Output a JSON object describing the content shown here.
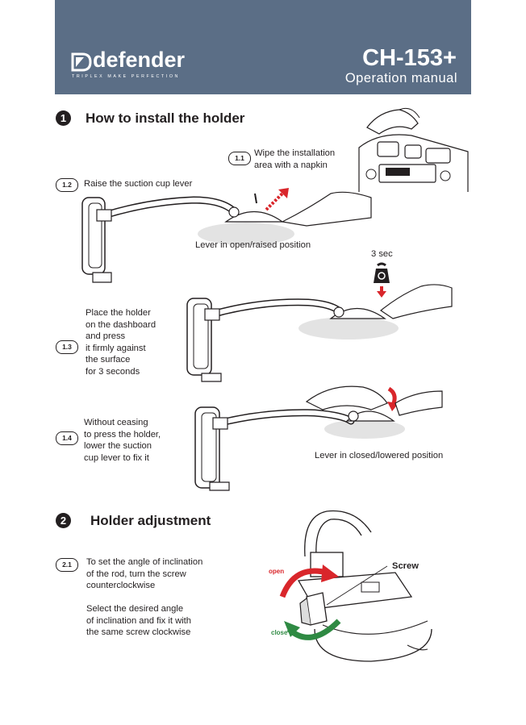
{
  "header": {
    "brand": "defender",
    "tagline": "TRIPLEX MAKE PERFECTION",
    "model": "CH-153+",
    "subtitle": "Operation manual"
  },
  "section1": {
    "number": "1",
    "title": "How to install the holder",
    "step_1_1": {
      "num": "1.1",
      "text": "Wipe the installation\narea with a napkin"
    },
    "step_1_2": {
      "num": "1.2",
      "text": "Raise the suction cup lever",
      "caption": "Lever in open/raised position"
    },
    "timer": "3 sec",
    "step_1_3": {
      "num": "1.3",
      "text": "Place the holder\non the dashboard\nand press\nit firmly against\nthe surface\nfor 3 seconds"
    },
    "step_1_4": {
      "num": "1.4",
      "text": "Without ceasing\nto press the holder,\nlower the suction\ncup lever to fix it",
      "caption": "Lever in closed/lowered position"
    }
  },
  "section2": {
    "number": "2",
    "title": "Holder adjustment",
    "step_2_1": {
      "num": "2.1",
      "text": "To set the angle of inclination\nof the rod, turn the screw\ncounterclockwise\n\nSelect the desired angle\nof inclination and fix it with\nthe same screw clockwise"
    },
    "screw_label": "Screw",
    "open_label": "open",
    "close_label": "close"
  },
  "colors": {
    "header_bg": "#5b6e86",
    "accent_red": "#d9262b",
    "accent_green": "#2f8a43"
  }
}
